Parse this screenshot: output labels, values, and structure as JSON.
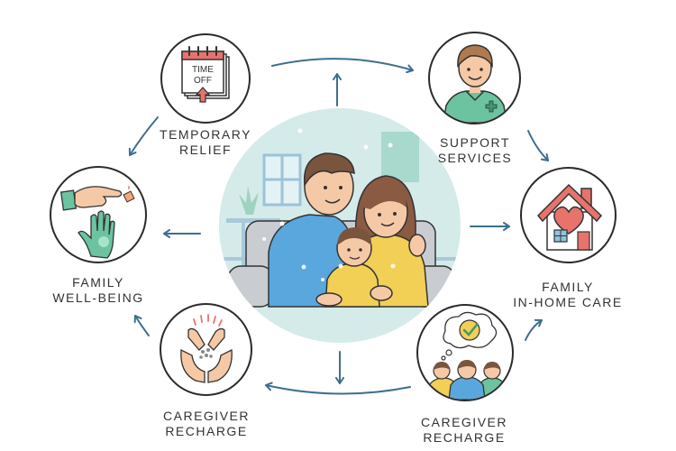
{
  "diagram": {
    "type": "cycle",
    "center": {
      "name": "family-illustration",
      "description": "Family of three (father, mother, child) on a sofa"
    },
    "nodes": [
      {
        "id": "temporary-relief",
        "label_lines": [
          "TEMPORARY",
          "RELIEF"
        ],
        "icon": "calendar-time-off-icon",
        "icon_text": [
          "TIME",
          "OFF"
        ]
      },
      {
        "id": "support-services",
        "label_lines": [
          "SUPPORT",
          "SERVICES"
        ],
        "icon": "caregiver-person-icon"
      },
      {
        "id": "family-in-home-care",
        "label_lines": [
          "FAMILY",
          "IN-HOME CARE"
        ],
        "icon": "house-heart-icon"
      },
      {
        "id": "caregiver-recharge-right",
        "label_lines": [
          "CAREGIVER",
          "RECHARGE"
        ],
        "icon": "group-thought-check-icon"
      },
      {
        "id": "caregiver-recharge-left",
        "label_lines": [
          "CAREGIVER",
          "RECHARGE"
        ],
        "icon": "hands-holding-icon"
      },
      {
        "id": "family-well-being",
        "label_lines": [
          "FAMILY",
          "WELL-BEING"
        ],
        "icon": "hands-giving-icon"
      }
    ],
    "colors": {
      "arrow": "#3d6f8f",
      "circle_border": "#2b2b2b",
      "center_bg": "#d4ebea",
      "coral": "#e8736c",
      "teal": "#6cc3a0",
      "yellow": "#f2cf55",
      "blue": "#5aa7de"
    }
  }
}
